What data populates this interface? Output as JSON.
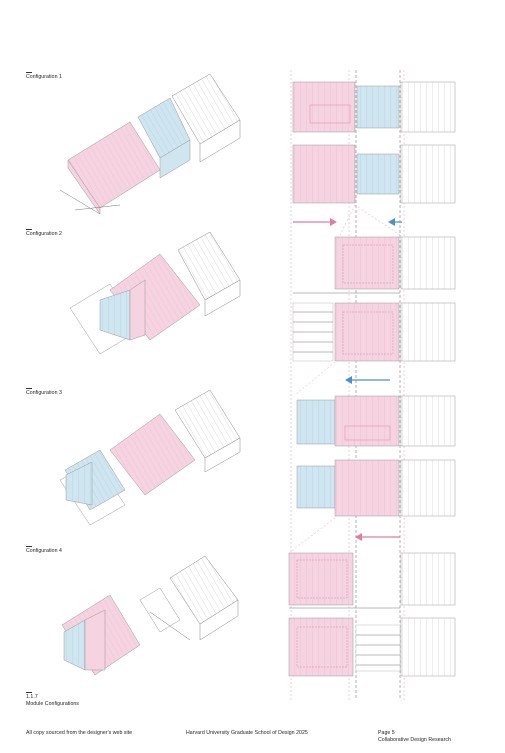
{
  "configurations": [
    {
      "label": "Configuration 1"
    },
    {
      "label": "Configuration 2"
    },
    {
      "label": "Configuration 3"
    },
    {
      "label": "Configuration 4"
    }
  ],
  "figure": {
    "number": "1.1.7",
    "caption": "Module Configurations"
  },
  "footer": {
    "source_note": "All copy sourced from the designer's web site",
    "institution": "Harvard University Graduate School of Design 2025",
    "page": "Page 5",
    "section": "Collaborative Design Research"
  },
  "colors": {
    "pink": "#f6d3e0",
    "blue": "#cfe6f0",
    "arrow_pink": "#e47a9c",
    "arrow_blue": "#4a8fd0"
  }
}
